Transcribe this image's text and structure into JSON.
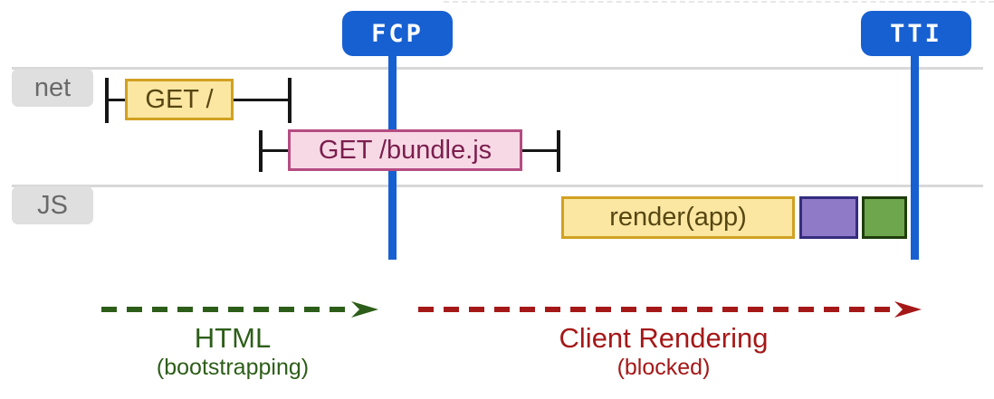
{
  "diagram": {
    "markers": [
      {
        "id": "fcp",
        "label": "FCP"
      },
      {
        "id": "tti",
        "label": "TTI"
      }
    ],
    "lanes": [
      {
        "id": "net",
        "label": "net"
      },
      {
        "id": "js",
        "label": "JS"
      }
    ],
    "net_bars": [
      {
        "id": "get-root",
        "label": "GET /",
        "style": "yellow"
      },
      {
        "id": "get-bundle",
        "label": "GET /bundle.js",
        "style": "pink"
      }
    ],
    "js_bars": [
      {
        "id": "render-app",
        "label": "render(app)",
        "style": "yellow"
      },
      {
        "id": "task-purple",
        "label": "",
        "style": "purple"
      },
      {
        "id": "task-green",
        "label": "",
        "style": "green"
      }
    ],
    "phases": [
      {
        "id": "html",
        "label": "HTML",
        "sublabel": "(bootstrapping)"
      },
      {
        "id": "client-rendering",
        "label": "Client Rendering",
        "sublabel": "(blocked)"
      }
    ]
  },
  "palette": {
    "marker_blue": "#1760d2",
    "lane_line_gray": "#d8d8d8",
    "tab_bg": "#dfdfdf",
    "tab_text": "#696969",
    "yellow_bar_bg": "#fbe7a1",
    "yellow_bar_border": "#d1a122",
    "yellow_bar_text": "#564612",
    "pink_bar_bg": "#f7d9e5",
    "pink_bar_border": "#b54c82",
    "pink_bar_text": "#7b1e4e",
    "purple_bar_bg": "#8f7ac8",
    "purple_bar_border": "#352d7e",
    "green_bar_bg": "#6da64c",
    "green_bar_border": "#1f3d0c",
    "phase_html_green": "#2d5e19",
    "phase_client_red": "#a51818",
    "whisker_black": "#161616"
  }
}
